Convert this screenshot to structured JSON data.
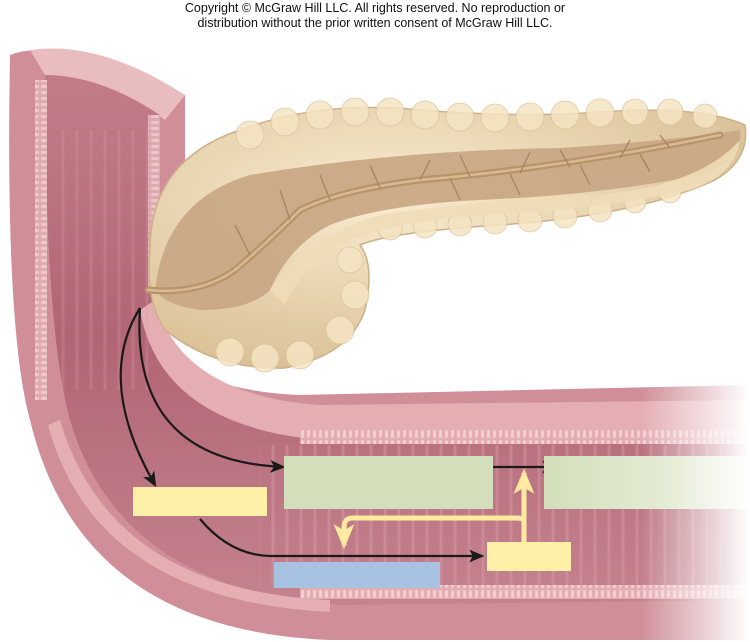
{
  "copyright": {
    "line1": "Copyright © McGraw Hill LLC. All rights reserved. No reproduction or",
    "line2": "distribution without the prior written consent of McGraw Hill LLC."
  },
  "diagram": {
    "subject": "Pancreas and duodenum (small intestine) with pancreatic duct secretion flow",
    "colors": {
      "intestine_wall": "#c98690",
      "intestine_lumen": "#b86a78",
      "intestine_mucosa": "#e6b5b9",
      "pancreas_lobules": "#eedcb6",
      "pancreas_cut": "#c9a985",
      "duct": "#b8946c",
      "arrow_black": "#1a1a1a",
      "arrow_yellow": "#ffeaa0",
      "box_yellow": "#fff0a8",
      "box_green": "#d3dfbb",
      "box_blue": "#a8c2e2"
    },
    "label_boxes": [
      {
        "id": "box-yellow-left",
        "color": "yellow",
        "text": ""
      },
      {
        "id": "box-green-center",
        "color": "green",
        "text": ""
      },
      {
        "id": "box-green-right",
        "color": "green-faded",
        "text": ""
      },
      {
        "id": "box-yellow-small",
        "color": "yellow",
        "text": ""
      },
      {
        "id": "box-blue",
        "color": "blue",
        "text": ""
      }
    ],
    "arrows": [
      {
        "from": "pancreatic-duct",
        "to": "box-yellow-left",
        "color": "black"
      },
      {
        "from": "pancreatic-duct",
        "to": "box-green-center",
        "color": "black"
      },
      {
        "from": "box-green-center",
        "to": "box-green-right",
        "color": "black"
      },
      {
        "from": "box-yellow-left",
        "to": "box-yellow-small",
        "color": "black"
      },
      {
        "from": "box-yellow-small",
        "to": "box-green-right",
        "color": "yellow"
      },
      {
        "from": "box-yellow-small",
        "to": "box-blue",
        "color": "yellow"
      }
    ]
  }
}
